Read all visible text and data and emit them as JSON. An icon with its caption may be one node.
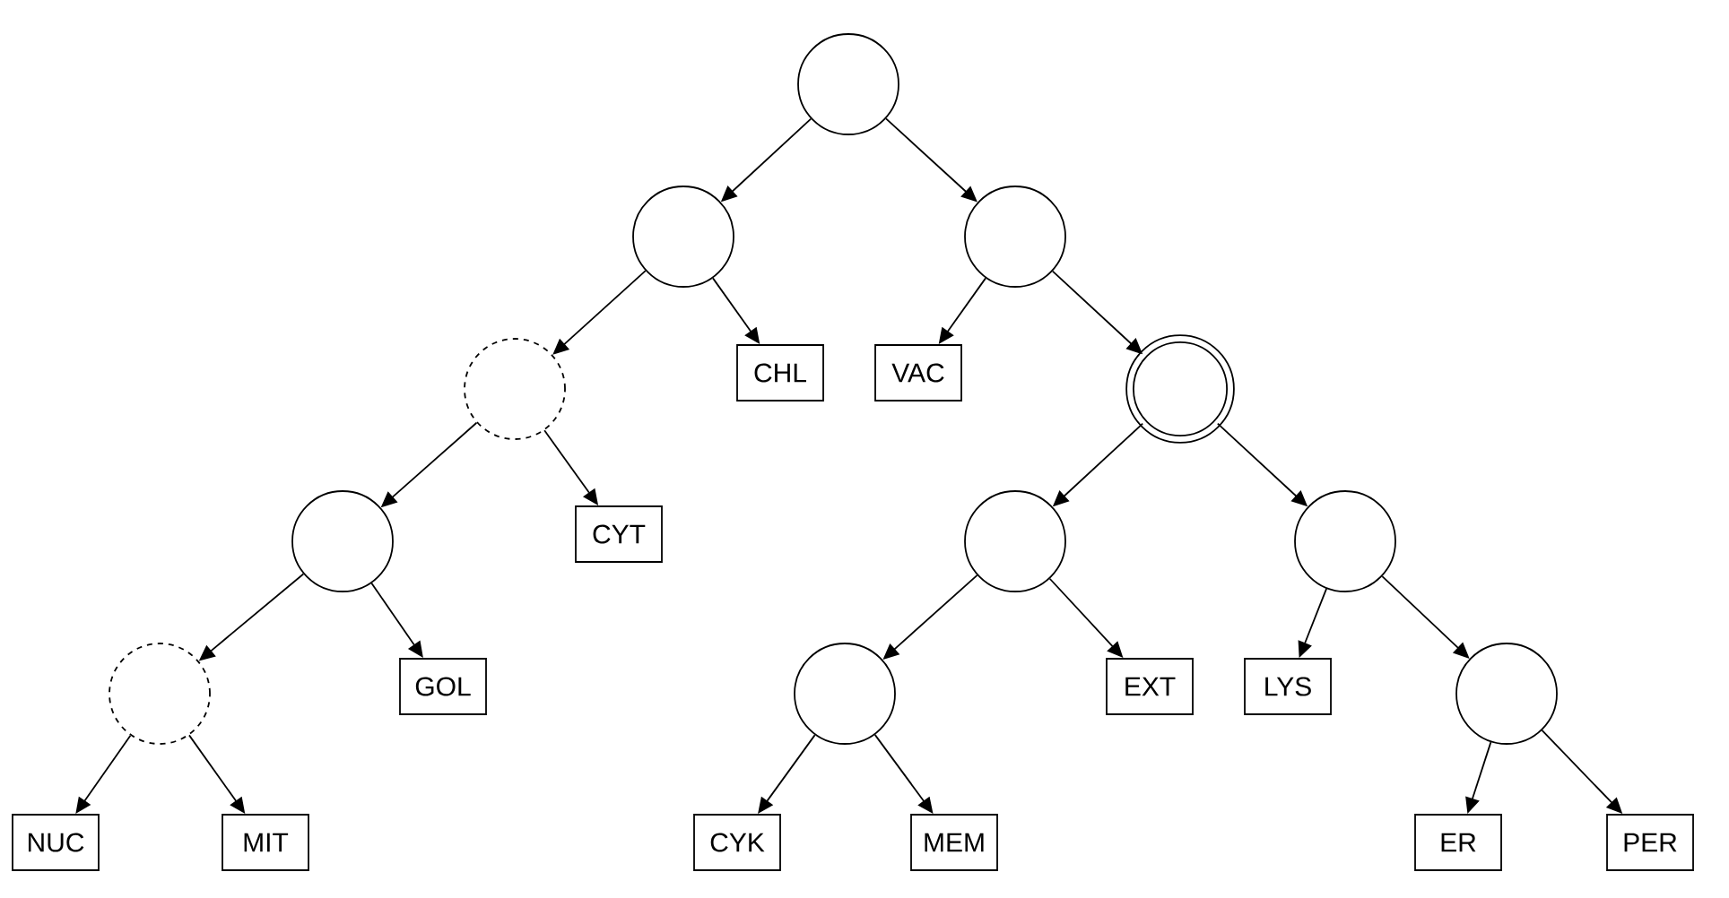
{
  "diagram": {
    "nodes": [
      {
        "text": [],
        "shape": "circle"
      },
      {
        "text": [],
        "shape": "circle"
      },
      {
        "text": [],
        "shape": "circle"
      },
      {
        "text": [],
        "shape": "circle"
      },
      {
        "text": [
          "CHL"
        ]
      },
      {
        "text": [
          "VAC"
        ]
      },
      {
        "text": [],
        "shape": "circle"
      },
      {
        "text": [],
        "shape": "circle"
      },
      {
        "text": [
          "CYT"
        ]
      },
      {
        "text": [],
        "shape": "circle"
      },
      {
        "text": [],
        "shape": "circle"
      },
      {
        "text": [],
        "shape": "circle"
      },
      {
        "text": [
          "GOL"
        ]
      },
      {
        "text": [],
        "shape": "circle"
      },
      {
        "text": [
          "EXT"
        ]
      },
      {
        "text": [
          "LYS"
        ]
      },
      {
        "text": [],
        "shape": "circle"
      },
      {
        "text": [
          "NUC"
        ]
      },
      {
        "text": [
          "MIT"
        ]
      },
      {
        "text": [
          "CYK"
        ]
      },
      {
        "text": [
          "MEM"
        ]
      },
      {
        "text": [
          "ER"
        ]
      },
      {
        "text": [
          "PER"
        ]
      }
    ],
    "edges": [
      {
        "from": 0,
        "to": 1,
        "arrow": "to"
      },
      {
        "from": 0,
        "to": 2,
        "arrow": "to"
      },
      {
        "from": 1,
        "to": 3,
        "arrow": "to"
      },
      {
        "from": 1,
        "to": 4,
        "arrow": "to"
      },
      {
        "from": 2,
        "to": 5,
        "arrow": "to"
      },
      {
        "from": 2,
        "to": 6,
        "arrow": "to"
      },
      {
        "from": 3,
        "to": 7,
        "arrow": "to"
      },
      {
        "from": 3,
        "to": 8,
        "arrow": "to"
      },
      {
        "from": 6,
        "to": 9,
        "arrow": "to"
      },
      {
        "from": 6,
        "to": 10,
        "arrow": "to"
      },
      {
        "from": 7,
        "to": 11,
        "arrow": "to"
      },
      {
        "from": 7,
        "to": 12,
        "arrow": "to"
      },
      {
        "from": 9,
        "to": 13,
        "arrow": "to"
      },
      {
        "from": 9,
        "to": 14,
        "arrow": "to"
      },
      {
        "from": 10,
        "to": 15,
        "arrow": "to"
      },
      {
        "from": 10,
        "to": 16,
        "arrow": "to"
      },
      {
        "from": 11,
        "to": 17,
        "arrow": "to"
      },
      {
        "from": 11,
        "to": 18,
        "arrow": "to"
      },
      {
        "from": 13,
        "to": 19,
        "arrow": "to"
      },
      {
        "from": 13,
        "to": 20,
        "arrow": "to"
      },
      {
        "from": 16,
        "to": 21,
        "arrow": "to"
      },
      {
        "from": 16,
        "to": 22,
        "arrow": "to"
      }
    ]
  }
}
